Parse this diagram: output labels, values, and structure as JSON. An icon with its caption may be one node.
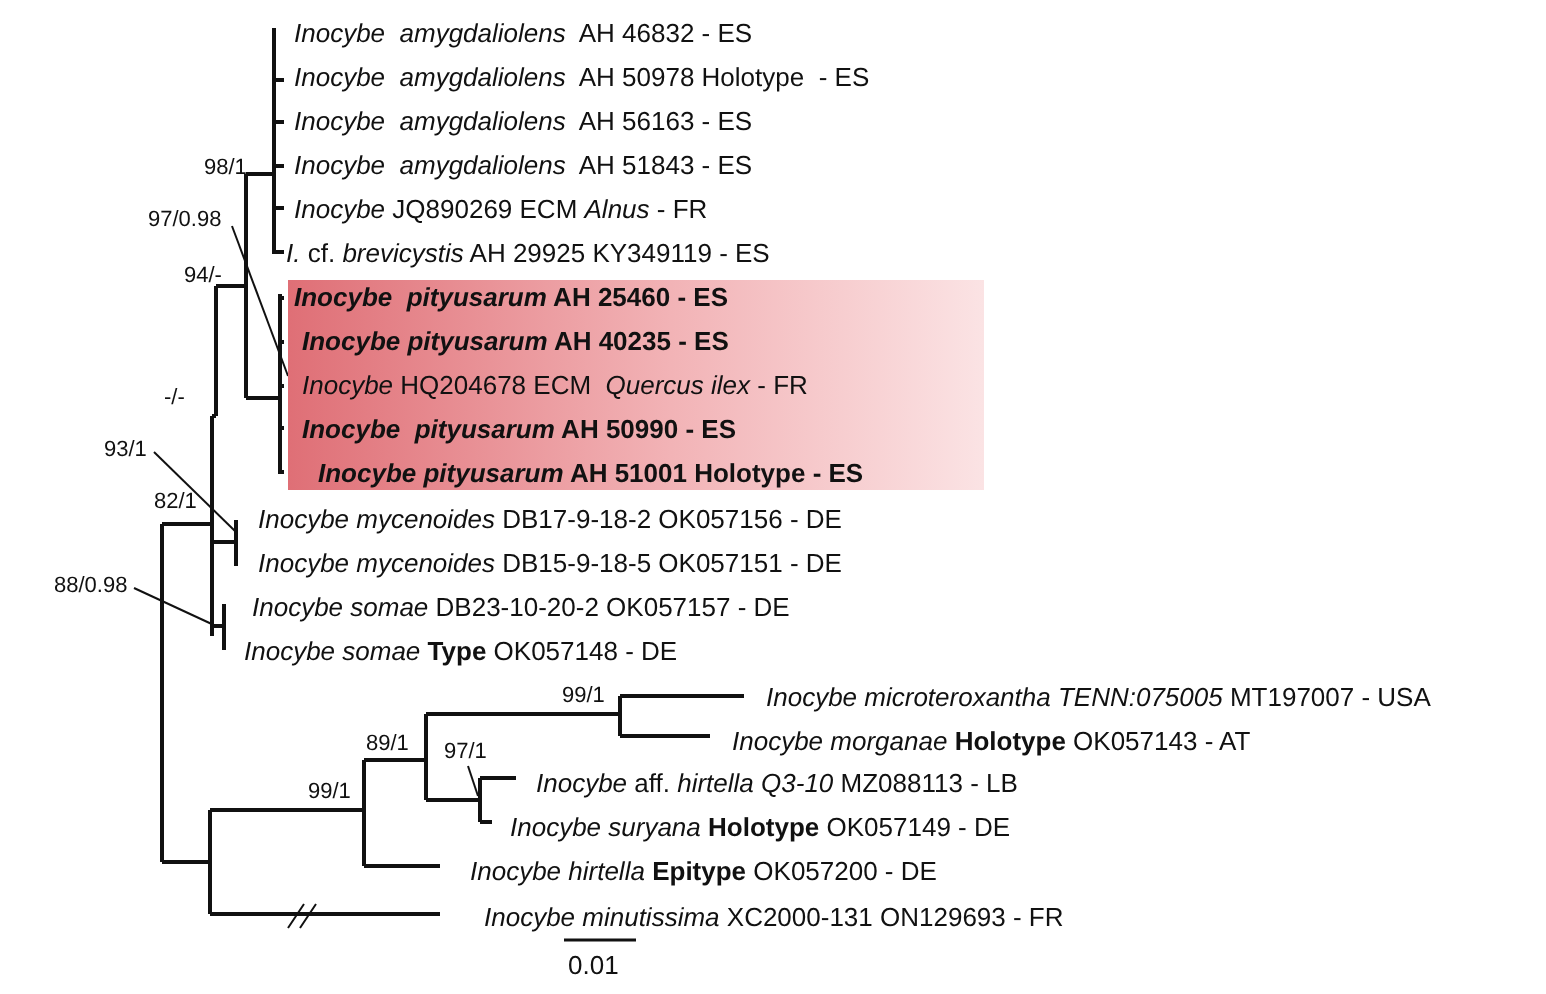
{
  "diagram": {
    "nodes": [
      {
        "text": [
          "***Inocybe  pityusarum* AH 25460 - ES**",
          "***Inocybe pityusarum* AH 40235 - ES**",
          "*Inocybe* HQ204678 ECM  *Quercus ilex* - FR",
          "***Inocybe  pityusarum* AH 50990 - ES**",
          "***Inocybe pityusarum* AH 51001 Holotype - ES**"
        ]
      },
      {
        "text": [
          "97/0.98"
        ]
      },
      {
        "text": [
          "93/1"
        ]
      },
      {
        "text": [
          "88/0.98"
        ]
      },
      {
        "text": [
          "97/1"
        ]
      }
    ],
    "edges": [
      {
        "from": 1,
        "to": 0,
        "arrow": "none"
      },
      {
        "from": 2,
        "to": null,
        "arrow": "none"
      },
      {
        "from": 3,
        "to": null,
        "arrow": "none"
      },
      {
        "from": 4,
        "to": null,
        "arrow": "none"
      }
    ],
    "labels": [
      "*Inocybe  amygdaliolens*  AH 46832 - ES",
      "*Inocybe  amygdaliolens*  AH 50978 Holotype  - ES",
      "*Inocybe  amygdaliolens*  AH 56163 - ES",
      "*Inocybe  amygdaliolens*  AH 51843 - ES",
      "98/1",
      "*Inocybe* JQ890269 ECM *Alnus* - FR",
      "*I.* cf. *brevicystis* AH 29925 KY349119 - ES",
      "94/-",
      "-/-",
      "82/1",
      "*Inocybe mycenoides* DB17-9-18-2 OK057156 - DE",
      "*Inocybe mycenoides* DB15-9-18-5 OK057151 - DE",
      "*Inocybe somae* DB23-10-20-2 OK057157 - DE",
      "*Inocybe somae* **Type** OK057148 - DE",
      "99/1",
      "*Inocybe microteroxantha TENN:075005* MT197007 - USA",
      "89/1",
      "*Inocybe morganae* **Holotype** OK057143 - AT",
      "*Inocybe* aff. *hirtella Q3-10* MZ088113 - LB",
      "99/1",
      "*Inocybe suryana* **Holotype** OK057149 - DE",
      "*Inocybe hirtella* **Epitype** OK057200 - DE",
      "*Inocybe minutissima* XC2000-131 ON129693 - FR",
      "0.01"
    ]
  }
}
